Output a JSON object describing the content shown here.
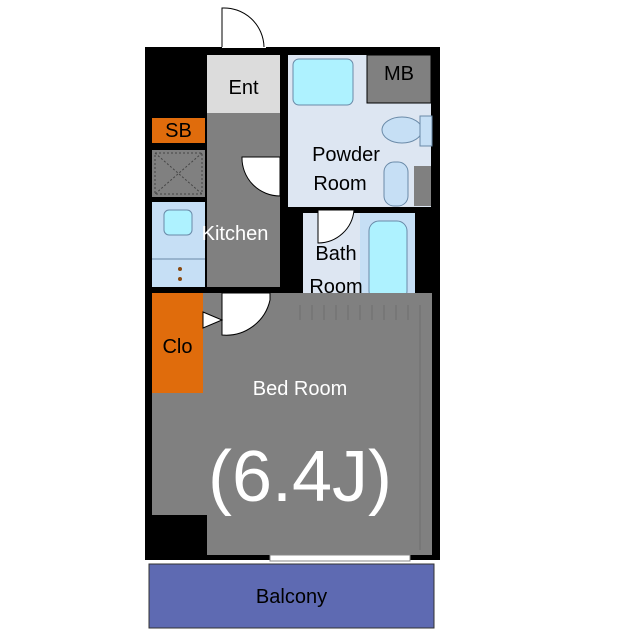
{
  "rooms": {
    "entrance": "Ent",
    "meter_box": "MB",
    "shoe_box": "SB",
    "powder_room": [
      "Powder",
      "Room"
    ],
    "kitchen": "Kitchen",
    "bath_room": [
      "Bath",
      "Room"
    ],
    "closet": "Clo",
    "bed_room": "Bed Room",
    "bed_room_size": "(6.4J)",
    "balcony": "Balcony"
  },
  "colors": {
    "wall": "#000000",
    "floor": "#808080",
    "entrance": "#dcdcdc",
    "wet_area": "#dde6f2",
    "fixture": "#aef2ff",
    "storage": "#e06c0c",
    "balcony": "#5e6ab2"
  }
}
